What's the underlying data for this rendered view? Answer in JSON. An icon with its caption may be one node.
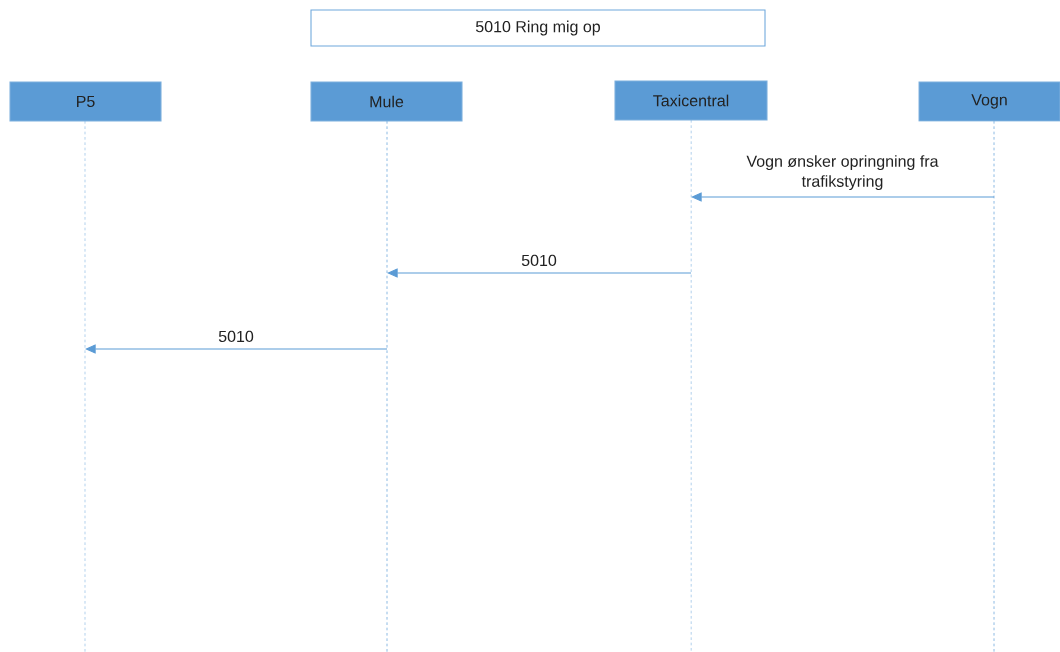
{
  "diagram": {
    "nodes": [
      {
        "text": [
          "5010 Ring mig op"
        ]
      },
      {
        "text": [
          "P5"
        ]
      },
      {
        "text": [
          "Mule"
        ]
      },
      {
        "text": [
          "Taxicentral"
        ]
      },
      {
        "text": [
          "Vogn"
        ]
      }
    ],
    "edges": [
      {
        "from": 4,
        "to": 3,
        "arrow": "to",
        "label": "Vogn ønsker opringning fra trafikstyring"
      },
      {
        "from": 3,
        "to": 2,
        "arrow": "to",
        "label": "5010"
      },
      {
        "from": 2,
        "to": 1,
        "arrow": "to",
        "label": "5010"
      }
    ]
  }
}
